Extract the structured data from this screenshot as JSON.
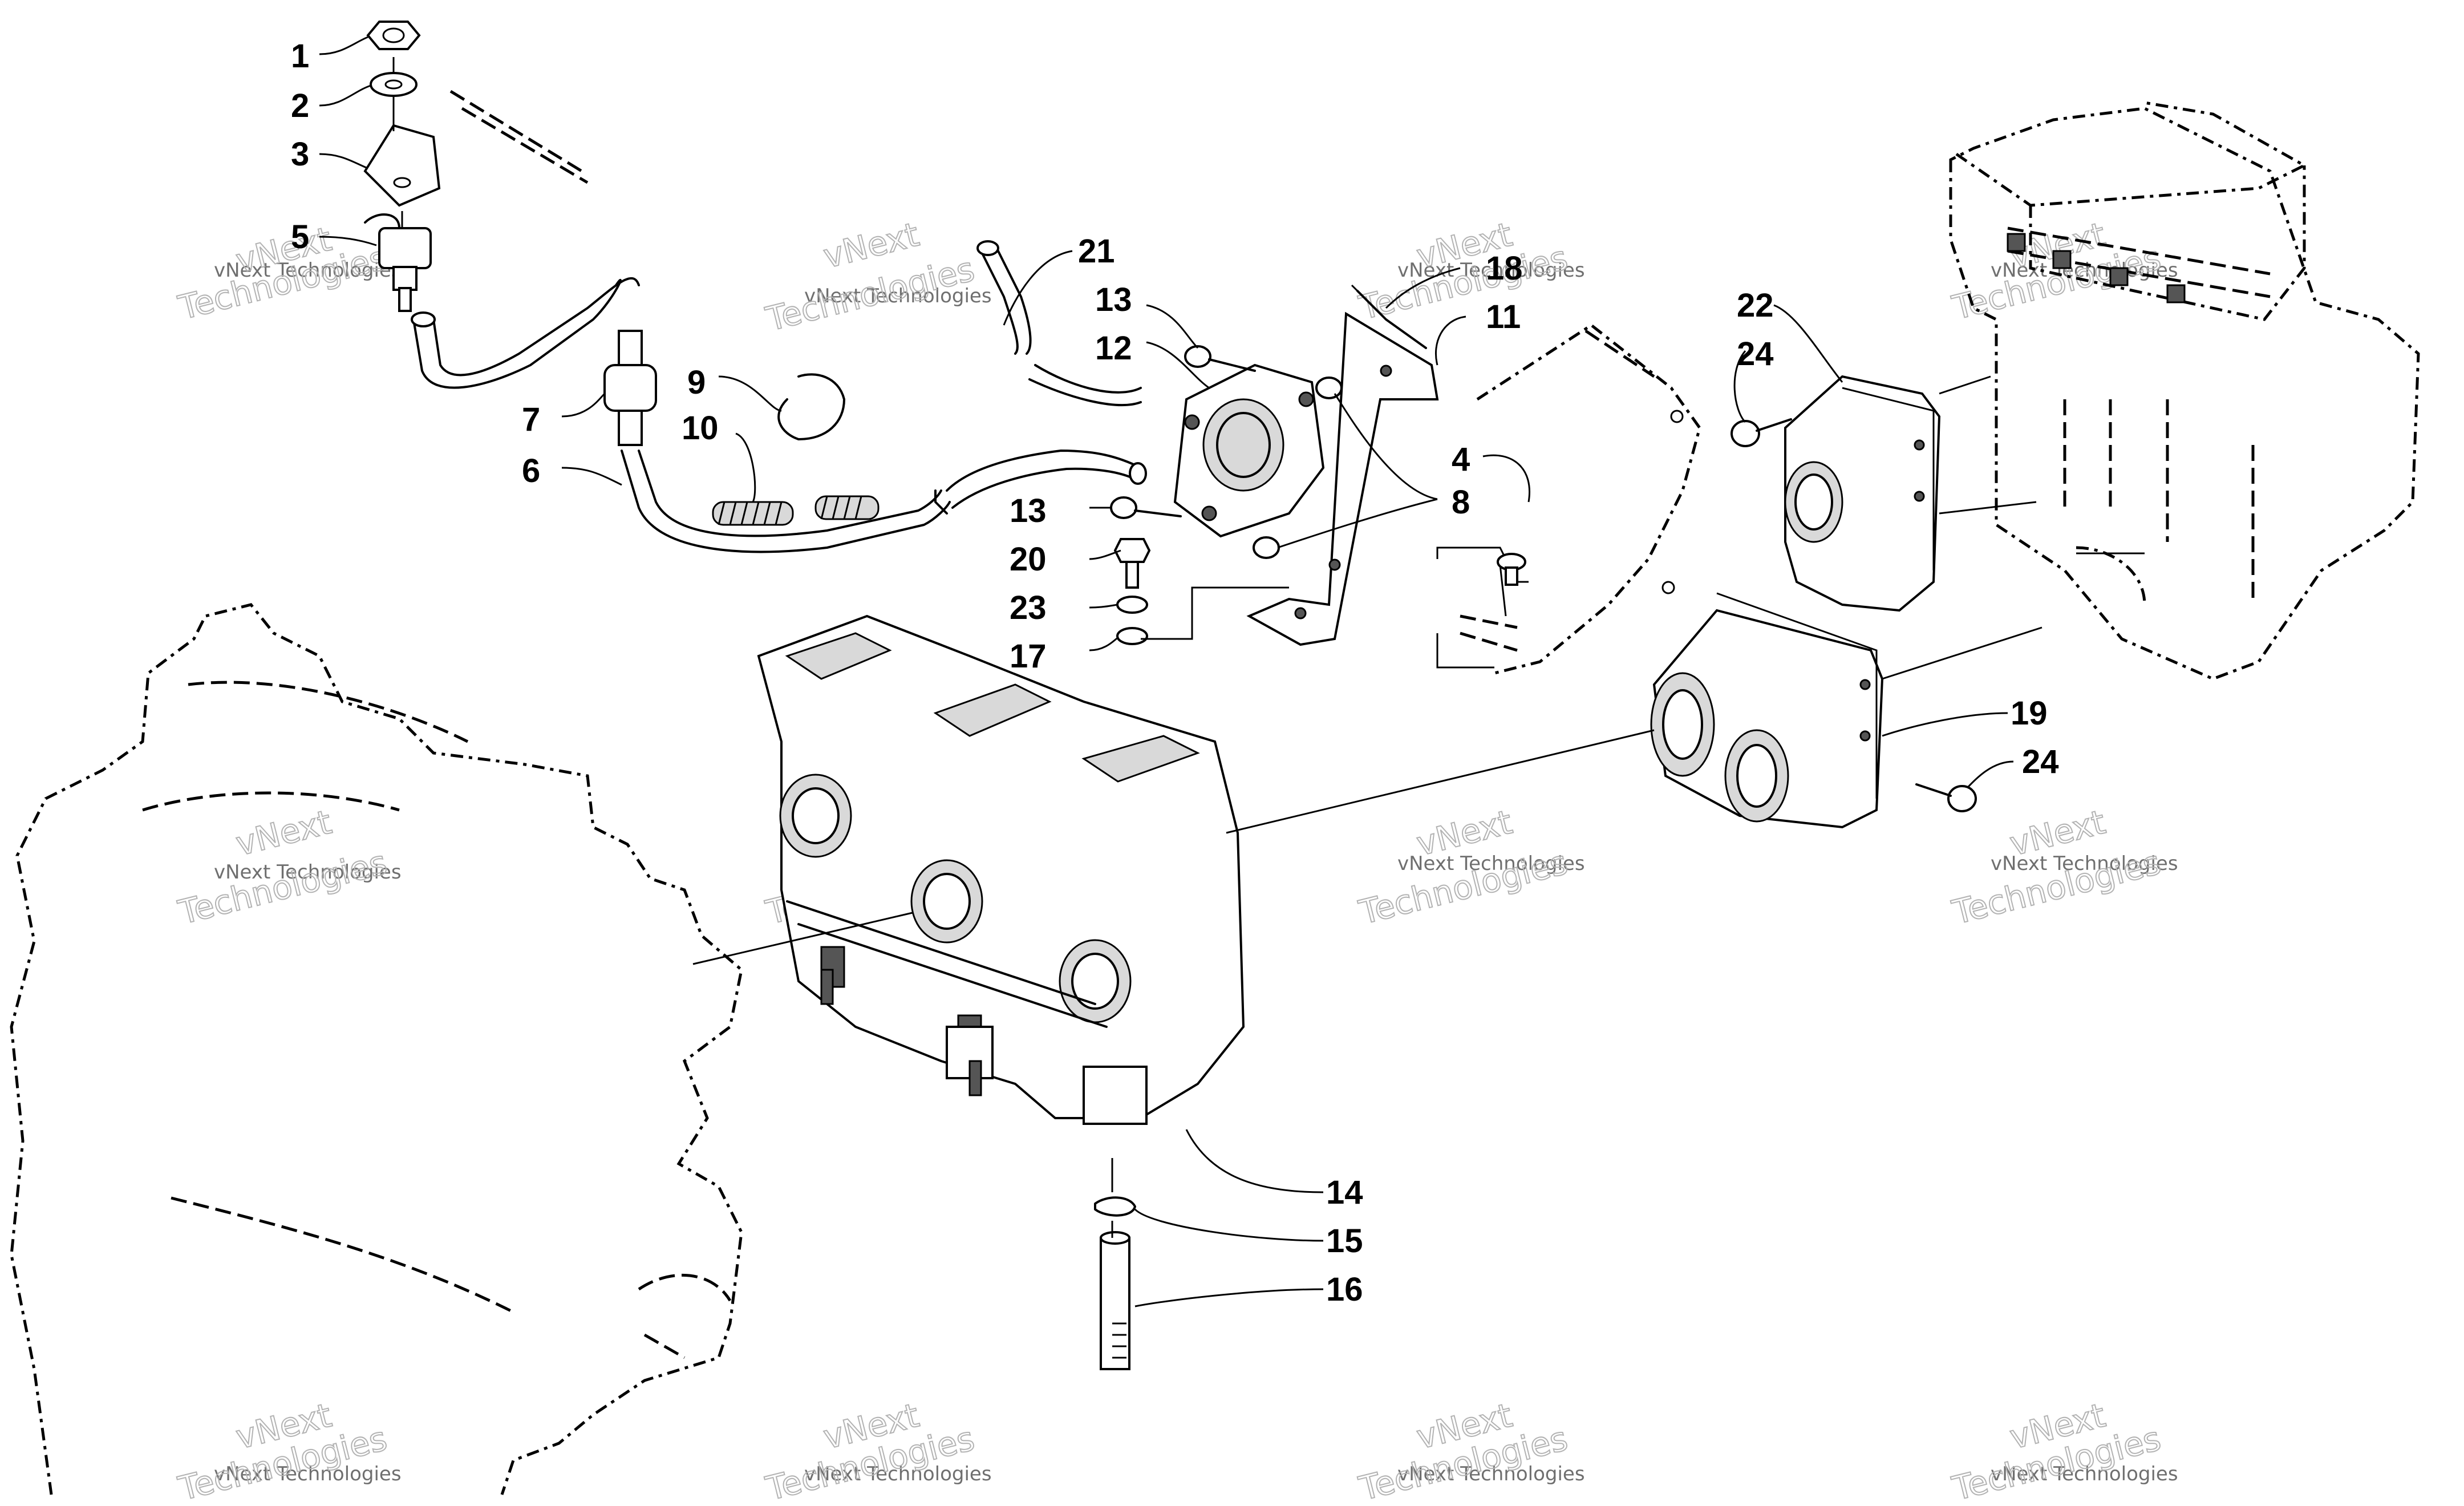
{
  "watermark": {
    "small_text": "vNext Technologies",
    "big_line1": "vNext",
    "big_line2": "Technologies"
  },
  "callouts": {
    "c1": "1",
    "c2": "2",
    "c3": "3",
    "c4": "4",
    "c5": "5",
    "c6": "6",
    "c7": "7",
    "c8": "8",
    "c9": "9",
    "c10": "10",
    "c11": "11",
    "c12": "12",
    "c13a": "13",
    "c13b": "13",
    "c14": "14",
    "c15": "15",
    "c16": "16",
    "c17": "17",
    "c18": "18",
    "c19": "19",
    "c20": "20",
    "c21": "21",
    "c22": "22",
    "c23": "23",
    "c24a": "24",
    "c24b": "24"
  }
}
